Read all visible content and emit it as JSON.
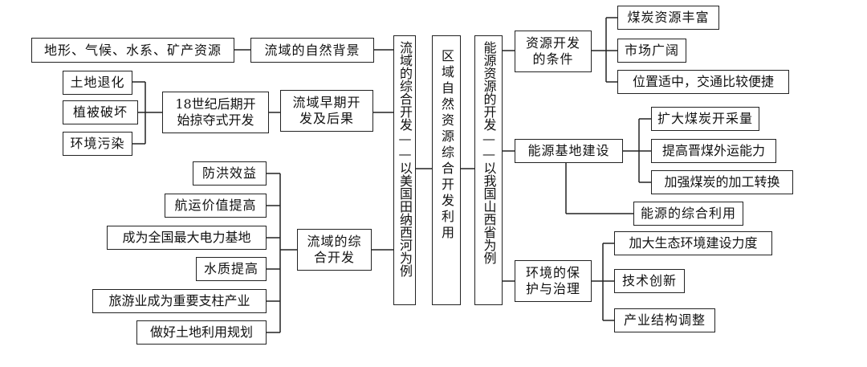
{
  "center": {
    "label": "区域自然资源综合开发利用"
  },
  "left": {
    "title": "流域的综合开发——以美国田纳西河为例",
    "natural_background": {
      "label": "流域的自然背景",
      "items": [
        "地形、气候、水系、矿产资源"
      ]
    },
    "early_development": {
      "label": "流域早期开发及后果",
      "stage": "18世纪后期开\n始掠夺式开发",
      "effects": [
        "土地退化",
        "植被破坏",
        "环境污染"
      ]
    },
    "comprehensive": {
      "label": "流域的综\n合开发",
      "items": [
        "防洪效益",
        "航运价值提高",
        "成为全国最大电力基地",
        "水质提高",
        "旅游业成为重要支柱产业",
        "做好土地利用规划"
      ]
    }
  },
  "right": {
    "title": "能源资源的开发——以我国山西省为例",
    "conditions": {
      "label": "资源开发\n的条件",
      "items": [
        "煤炭资源丰富",
        "市场广阔",
        "位置适中，交通比较便捷"
      ]
    },
    "energy_base": {
      "label": "能源基地建设",
      "items": [
        "扩大煤炭开采量",
        "提高晋煤外运能力",
        "加强煤炭的加工转换",
        "能源的综合利用"
      ]
    },
    "environment": {
      "label": "环境的保\n护与治理",
      "items": [
        "加大生态环境建设力度",
        "技术创新",
        "产业结构调整"
      ]
    }
  }
}
